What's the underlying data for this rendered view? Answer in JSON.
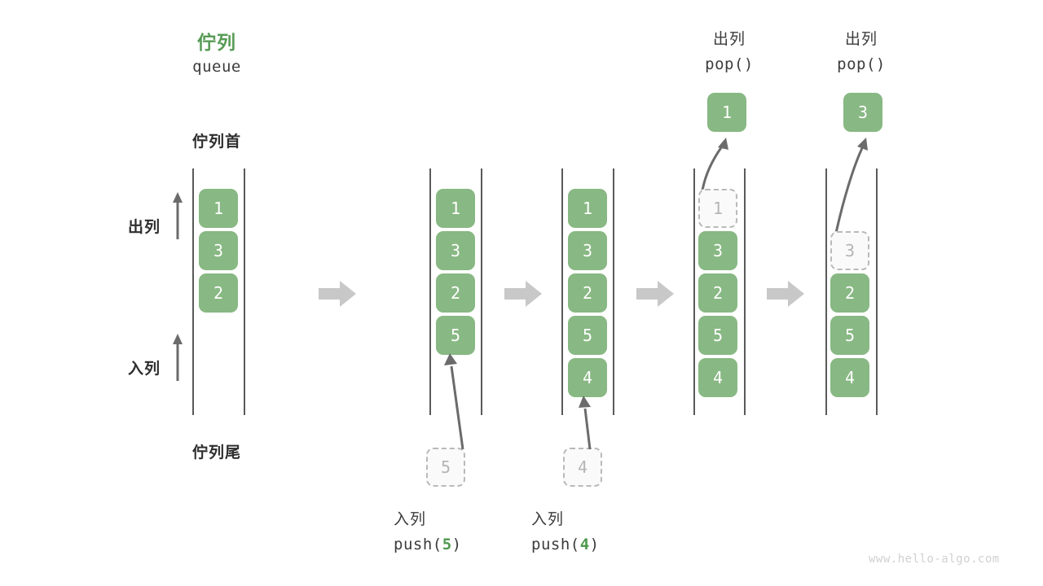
{
  "diagram": {
    "title_cn": "佇列",
    "title_en": "queue",
    "head_label": "佇列首",
    "tail_label": "佇列尾",
    "dequeue_label": "出列",
    "enqueue_label": "入列",
    "watermark": "www.hello-algo.com",
    "colors": {
      "accent_green": "#579b55",
      "cell_green": "#88b883",
      "ghost_border": "#b9b9b9",
      "ghost_text": "#b5b5b5",
      "rail": "#5a5a5a",
      "block_arrow": "#c8c8c8",
      "thin_arrow": "#6b6b6b",
      "text_dark": "#2e2e2e",
      "watermark": "#d0d0d0"
    },
    "stages": [
      {
        "id": "initial",
        "name": "initial-queue",
        "cells": [
          "1",
          "3",
          "2"
        ],
        "ghost": null,
        "popped": null,
        "caption_cn": null,
        "caption_code": null,
        "caption_arg": null
      },
      {
        "id": "push5",
        "name": "after-push-5",
        "cells": [
          "1",
          "3",
          "2",
          "5"
        ],
        "ghost": "5",
        "popped": null,
        "caption_cn": "入列",
        "caption_code_prefix": "push(",
        "caption_arg": "5",
        "caption_code_suffix": ")"
      },
      {
        "id": "push4",
        "name": "after-push-4",
        "cells": [
          "1",
          "3",
          "2",
          "5",
          "4"
        ],
        "ghost": "4",
        "popped": null,
        "caption_cn": "入列",
        "caption_code_prefix": "push(",
        "caption_arg": "4",
        "caption_code_suffix": ")"
      },
      {
        "id": "pop1",
        "name": "after-pop-1",
        "cells": [
          "3",
          "2",
          "5",
          "4"
        ],
        "ghost": "1",
        "popped": "1",
        "caption_cn": "出列",
        "caption_code_prefix": "pop(",
        "caption_arg": "",
        "caption_code_suffix": ")"
      },
      {
        "id": "pop3",
        "name": "after-pop-3",
        "cells": [
          "2",
          "5",
          "4"
        ],
        "ghost": "3",
        "popped": "3",
        "caption_cn": "出列",
        "caption_code_prefix": "pop(",
        "caption_arg": "",
        "caption_code_suffix": ")"
      }
    ]
  }
}
